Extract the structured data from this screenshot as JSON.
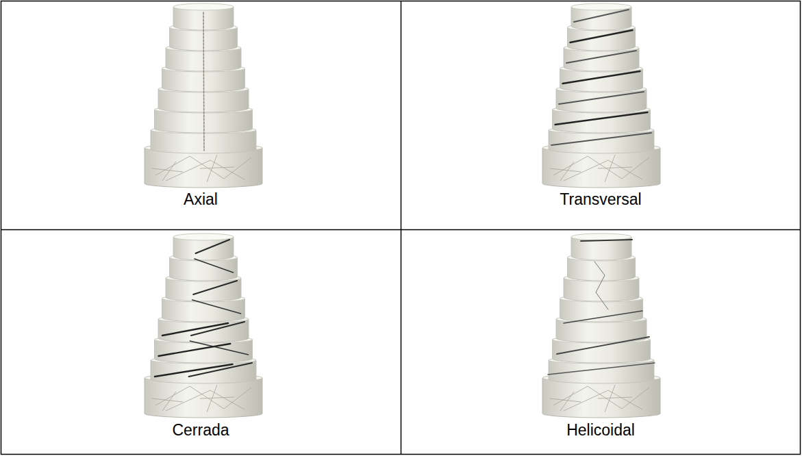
{
  "diagram": {
    "labels": [
      "Axial",
      "Transversal",
      "Cerrada",
      "Helicoidal"
    ]
  }
}
